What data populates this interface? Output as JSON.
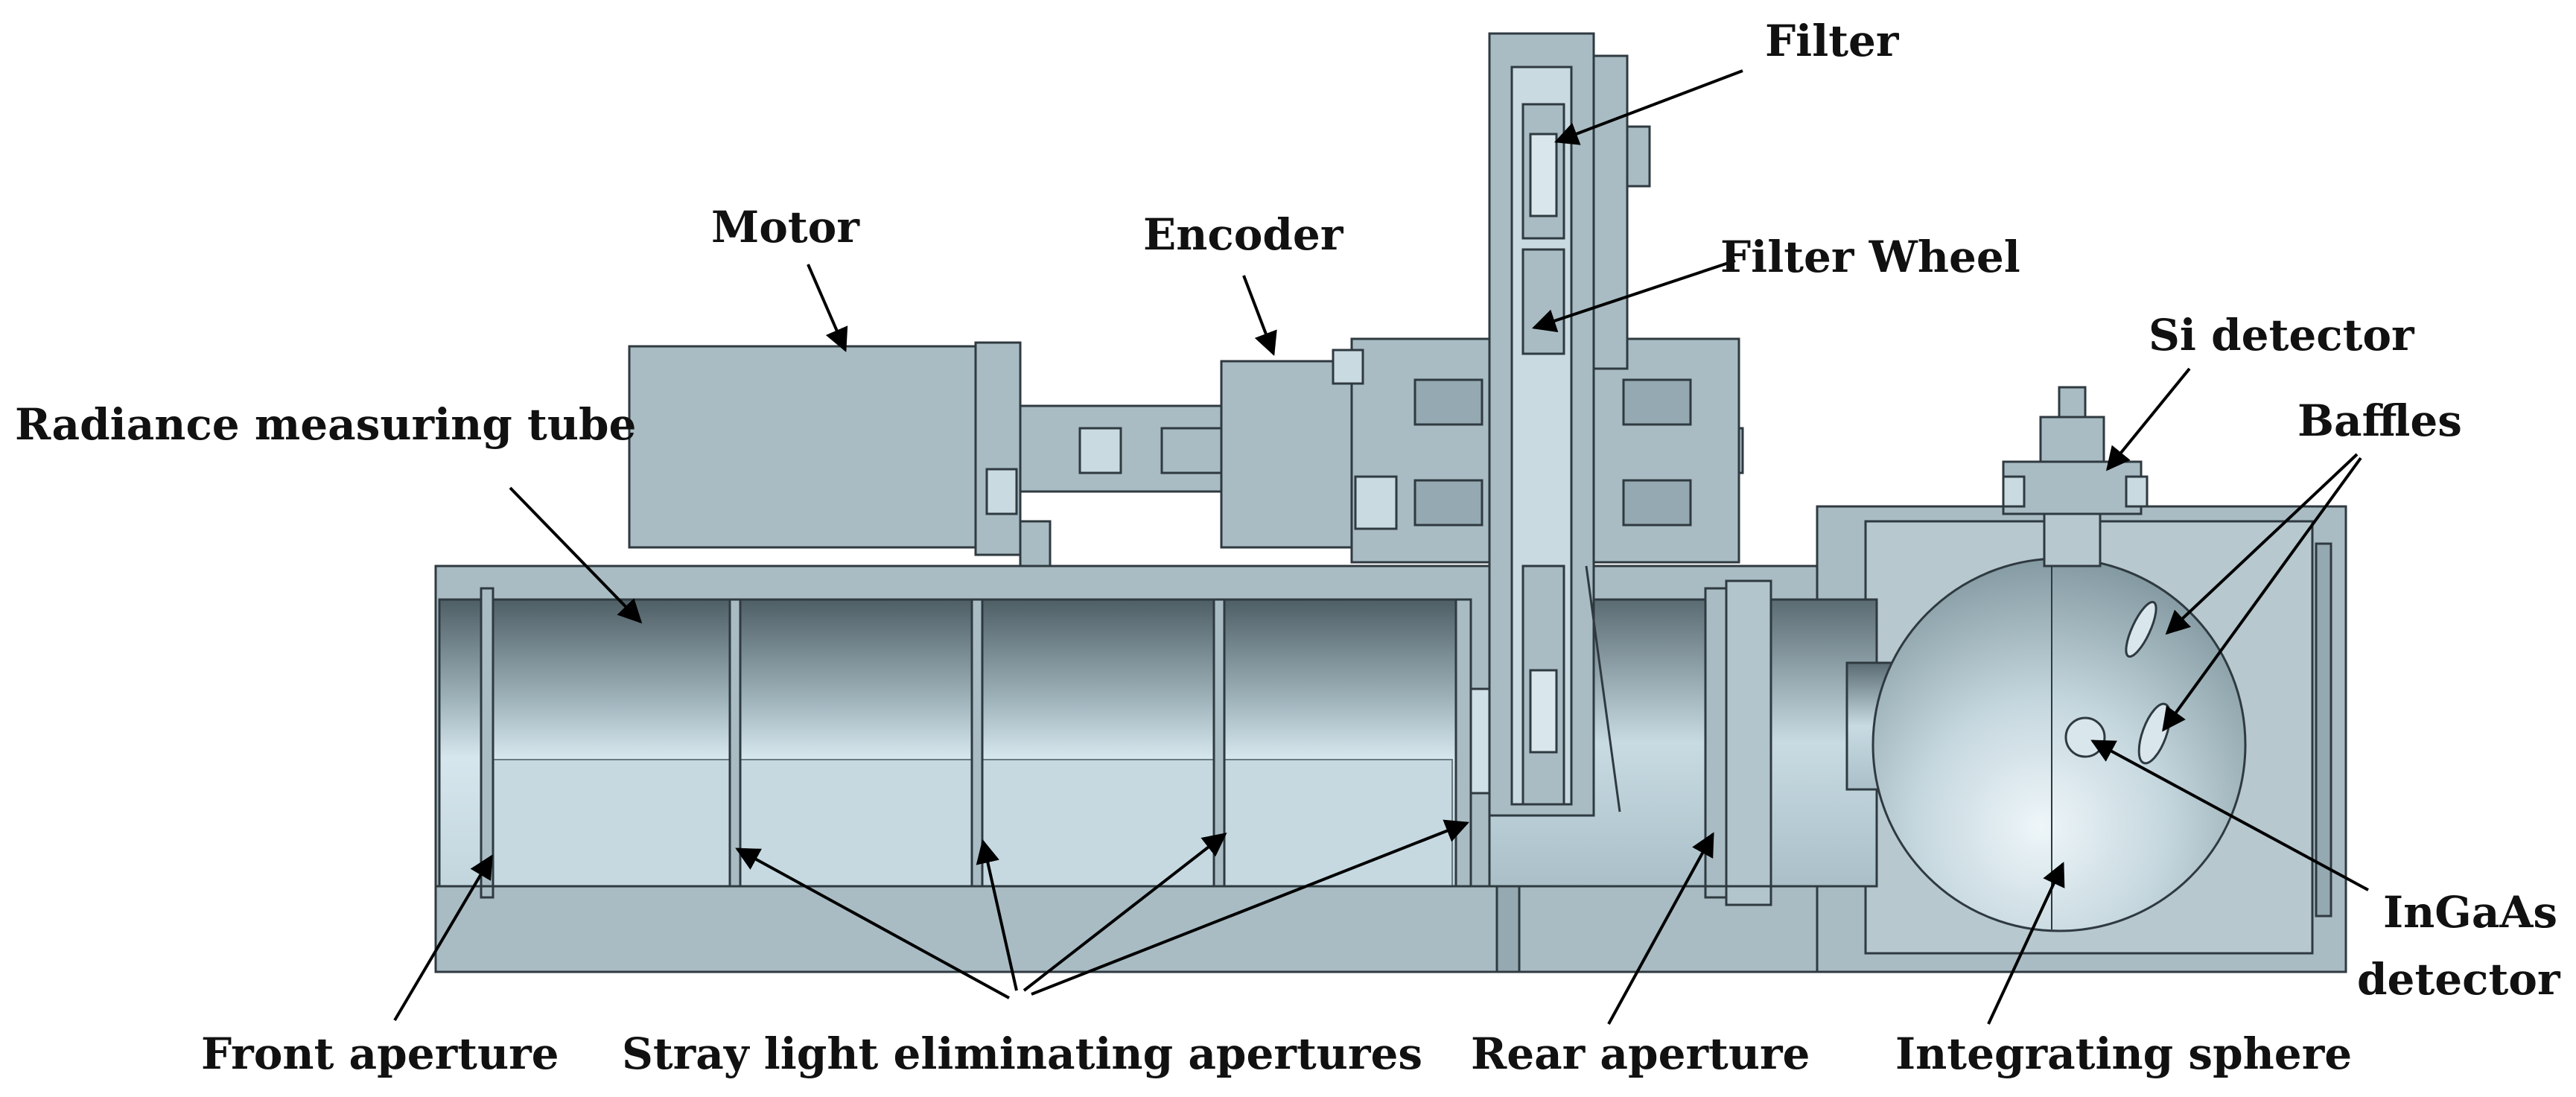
{
  "labels": {
    "filter": "Filter",
    "motor": "Motor",
    "encoder": "Encoder",
    "filter_wheel": "Filter Wheel",
    "si_detector": "Si detector",
    "radiance_tube": "Radiance measuring tube",
    "baffles": "Baffles",
    "ingaas_line1": "InGaAs",
    "ingaas_line2": "detector",
    "front_aperture": "Front aperture",
    "stray_light": "Stray light eliminating apertures",
    "rear_aperture": "Rear aperture",
    "integrating_sphere": "Integrating sphere"
  },
  "colors": {
    "body_fill": "#a9bcc4",
    "outline": "#2f3a40",
    "bore_dark": "#4f5f66",
    "bore_light": "#d3e3ea",
    "sphere_light": "#e2eef3",
    "sphere_dark": "#8ea3ab",
    "arrow": "#000000"
  }
}
